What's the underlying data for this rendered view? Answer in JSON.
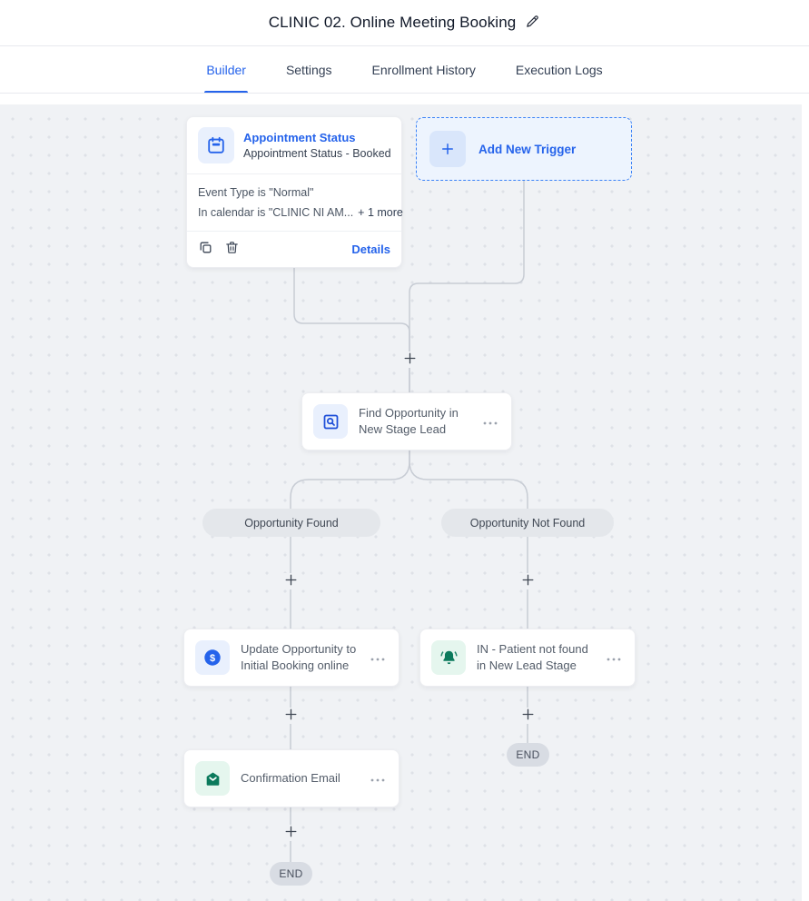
{
  "header": {
    "title": "CLINIC 02. Online Meeting Booking"
  },
  "tabs": {
    "builder": "Builder",
    "settings": "Settings",
    "enrollment": "Enrollment History",
    "logs": "Execution Logs"
  },
  "trigger_card": {
    "title": "Appointment Status",
    "subtitle": "Appointment Status - Booked...",
    "condition1": "Event Type is \"Normal\"",
    "condition2": "In calendar is \"CLINIC NI AM...",
    "more": "+ 1 more",
    "details": "Details"
  },
  "add_trigger": {
    "label": "Add New Trigger"
  },
  "nodes": {
    "find": {
      "label": "Find Opportunity in New Stage Lead"
    },
    "update": {
      "label": "Update Opportunity to Initial Booking online"
    },
    "notification": {
      "label": "IN - Patient not found in New Lead Stage"
    },
    "email": {
      "label": "Confirmation Email"
    }
  },
  "branches": {
    "found": "Opportunity Found",
    "not_found": "Opportunity Not Found"
  },
  "end_label": "END",
  "colors": {
    "accent": "#2563eb",
    "green": "#0b7a5c",
    "canvas_bg": "#f0f2f5",
    "wire": "#c7ccd4"
  }
}
